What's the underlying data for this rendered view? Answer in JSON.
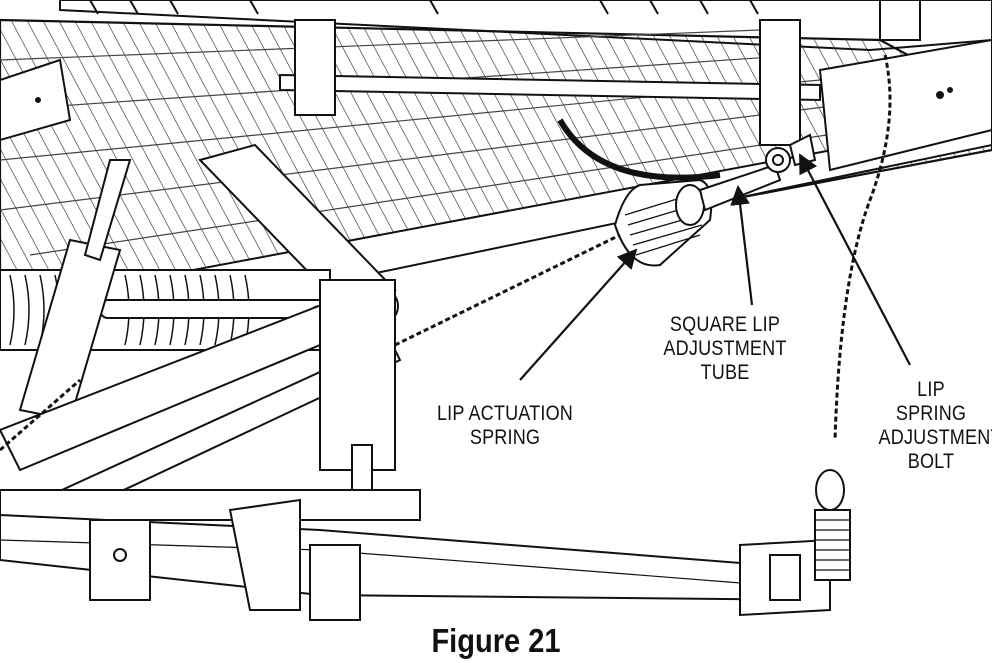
{
  "labels": {
    "lip_actuation_spring": "LIP ACTUATION\nSPRING",
    "square_lip_adjustment_tube": "SQUARE LIP\nADJUSTMENT\nTUBE",
    "lip_spring_adjustment_bolt": "LIP\nSPRING\nADJUSTMENT\nBOLT"
  },
  "caption": "Figure 21"
}
